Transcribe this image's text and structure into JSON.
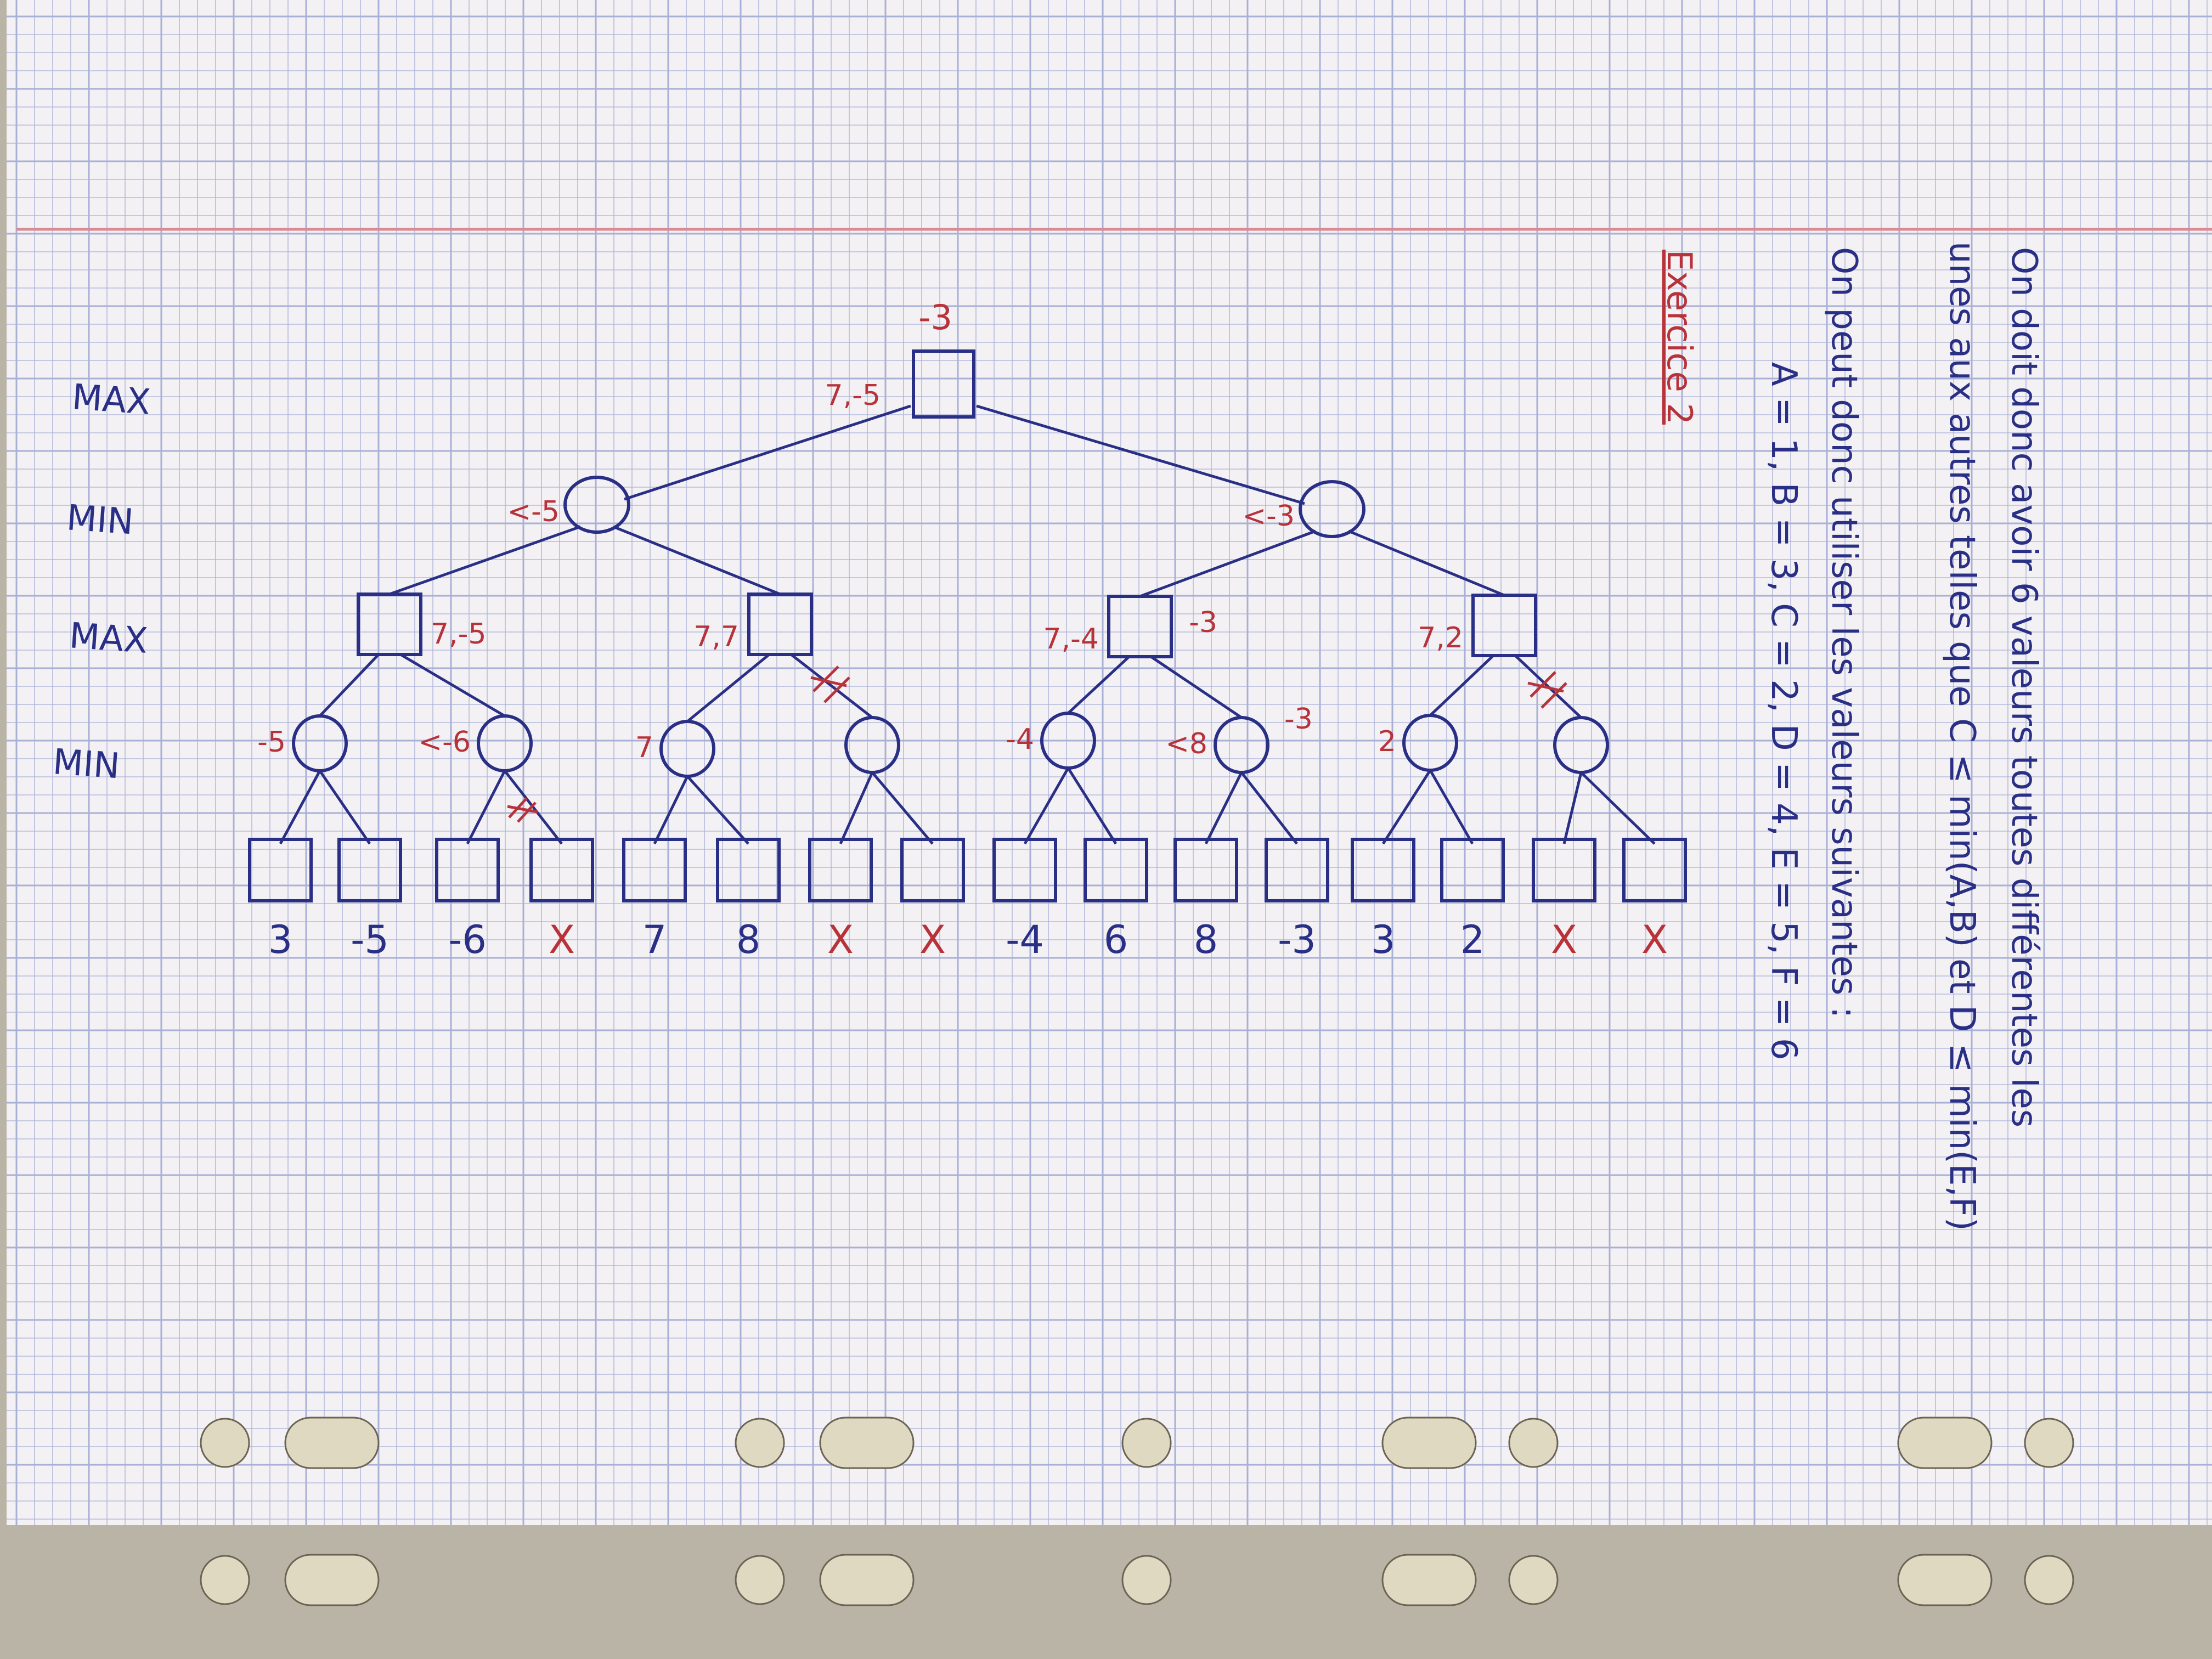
{
  "levels": [
    "MAX",
    "MIN",
    "MAX",
    "MIN"
  ],
  "root": {
    "value": "-3",
    "bound": "7,-5"
  },
  "min_level_1": [
    {
      "bound": "<-5"
    },
    {
      "bound": "<-3"
    }
  ],
  "max_level_2": [
    {
      "bound": "7,-5"
    },
    {
      "bound": "7,7"
    },
    {
      "bound": "7,-4",
      "value": "-3"
    },
    {
      "bound": "7,2"
    }
  ],
  "min_level_3": [
    {
      "label": "-5"
    },
    {
      "label": "<-6"
    },
    {
      "label": "7"
    },
    {
      "label": ""
    },
    {
      "label": "-4"
    },
    {
      "label": "<8",
      "value": "-3"
    },
    {
      "label": "2"
    },
    {
      "label": ""
    }
  ],
  "leaves": [
    "3",
    "-5",
    "-6",
    "X",
    "7",
    "8",
    "X",
    "X",
    "-4",
    "6",
    "8",
    "-3",
    "3",
    "2",
    "X",
    "X"
  ],
  "pruned_leaves": [
    3,
    6,
    7,
    14,
    15
  ],
  "pruned_edge_mark": "#",
  "notes": {
    "heading": "Exercice 2",
    "line1": "On doit donc avoir 6 valeurs toutes différentes les",
    "line2": "unes aux autres telles que C ≤ min(A,B) et D ≤ min(E,F)",
    "line3": "On peut donc utiliser les valeurs suivantes :",
    "line4": "A = 1, B = 3, C = 2, D = 4, E = 5, F = 6"
  },
  "colors": {
    "paper": "#f3f1f3",
    "grid": "#a9b0d6",
    "margin_line": "#d98a92",
    "ink_blue": "#2a2f86",
    "ink_red": "#b8323a",
    "hole_fill": "#e0d9c2"
  }
}
